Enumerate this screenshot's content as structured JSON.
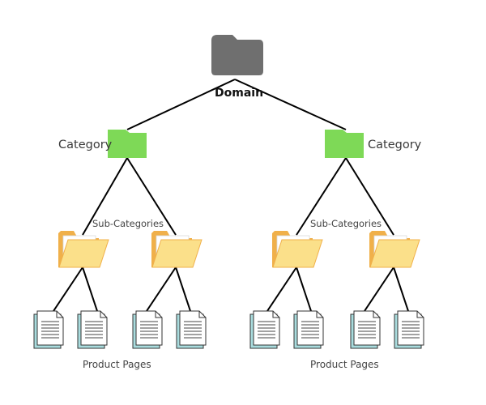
{
  "domain": {
    "label": "Domain",
    "icon": "folder-icon"
  },
  "categories": [
    {
      "label": "Category",
      "icon": "folder-icon"
    },
    {
      "label": "Category",
      "icon": "folder-icon"
    }
  ],
  "subcategory_label": "Sub-Categories",
  "subcategory_labels": [
    "Sub-Categories",
    "Sub-Categories"
  ],
  "product_labels": [
    "Product Pages",
    "Product Pages"
  ],
  "icons": {
    "page": "document-icon",
    "subfolder": "open-folder-icon"
  },
  "colors": {
    "domain_folder": "#6f6f6f",
    "category_folder": "#7ed957",
    "subcategory_back": "#f0b04a",
    "subcategory_front": "#fbe08a",
    "page_shadow": "#a9dcde",
    "connector": "#000000"
  }
}
